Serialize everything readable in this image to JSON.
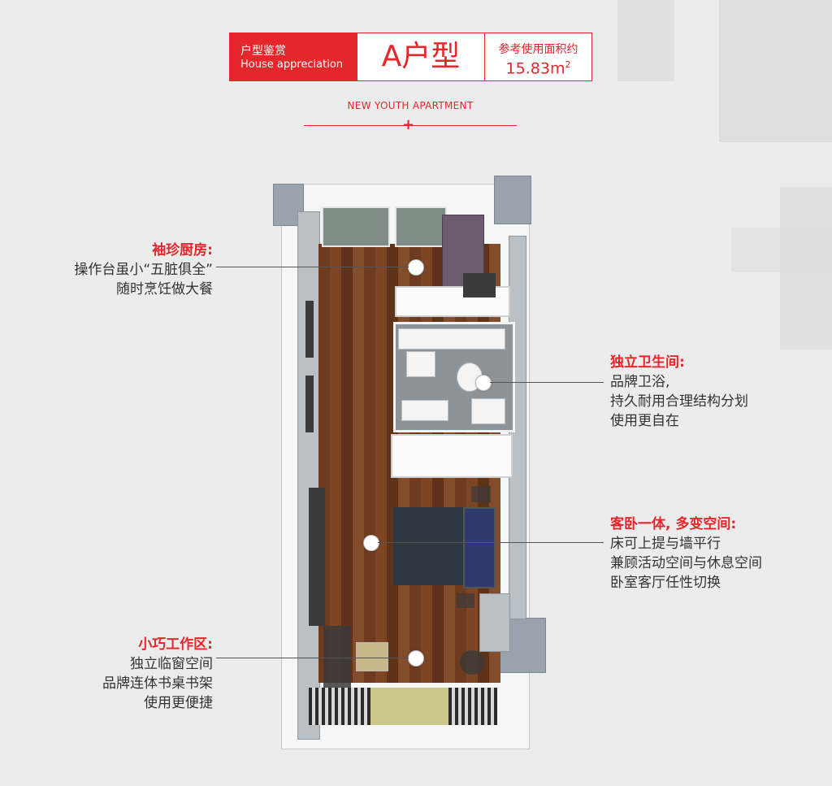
{
  "header": {
    "label_cn": "户型鉴赏",
    "label_en": "House appreciation",
    "unit_type": "A户型",
    "area_label": "参考使用面积约",
    "area_value": "15.83m",
    "area_sup": "2"
  },
  "subtitle": "NEW YOUTH APARTMENT",
  "annotations": {
    "kitchen": {
      "title": "袖珍厨房:",
      "lines": [
        "操作台虽小“五脏俱全”",
        "随时烹饪做大餐"
      ]
    },
    "bathroom": {
      "title": "独立卫生间:",
      "lines": [
        "品牌卫浴,",
        "持久耐用合理结构分划",
        "使用更自在"
      ]
    },
    "living": {
      "title": "客卧一体, 多变空间:",
      "lines": [
        "床可上提与墙平行",
        "兼顾活动空间与休息空间",
        "卧室客厅任性切换"
      ]
    },
    "study": {
      "title": "小巧工作区:",
      "lines": [
        "独立临窗空间",
        "品牌连体书桌书架",
        "使用更便捷"
      ]
    }
  },
  "colors": {
    "accent": "#e5262a",
    "background": "#ececec",
    "floor": "#6e3b1f"
  }
}
